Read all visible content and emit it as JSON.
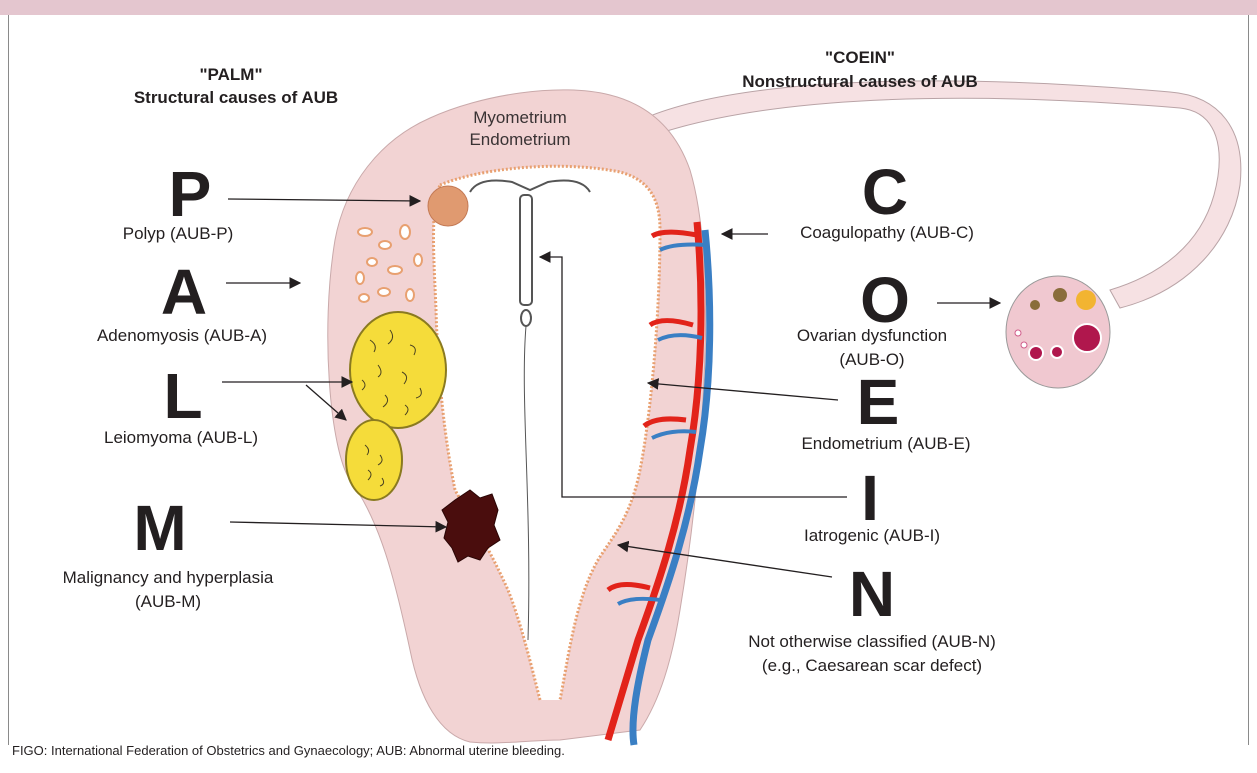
{
  "palm": {
    "title": "\"PALM\"",
    "subtitle": "Structural causes of AUB",
    "items": [
      {
        "letter": "P",
        "label": "Polyp (AUB-P)"
      },
      {
        "letter": "A",
        "label": "Adenomyosis (AUB-A)"
      },
      {
        "letter": "L",
        "label": "Leiomyoma (AUB-L)"
      },
      {
        "letter": "M",
        "label_line1": "Malignancy and hyperplasia",
        "label_line2": "(AUB-M)"
      }
    ]
  },
  "coein": {
    "title": "\"COEIN\"",
    "subtitle": "Nonstructural causes of AUB",
    "items": [
      {
        "letter": "C",
        "label": "Coagulopathy (AUB-C)"
      },
      {
        "letter": "O",
        "label_line1": "Ovarian dysfunction",
        "label_line2": "(AUB-O)"
      },
      {
        "letter": "E",
        "label": "Endometrium (AUB-E)"
      },
      {
        "letter": "I",
        "label": "Iatrogenic (AUB-I)"
      },
      {
        "letter": "N",
        "label_line1": "Not otherwise classified (AUB-N)",
        "label_line2": "(e.g., Caesarean scar defect)"
      }
    ]
  },
  "organ_labels": {
    "myometrium": "Myometrium",
    "endometrium": "Endometrium"
  },
  "caption": "FIGO: International Federation of Obstetrics and Gynaecology; AUB: Abnormal uterine bleeding.",
  "colors": {
    "band": "#e4c6cf",
    "uterus": "#f2d3d3",
    "endometrial_line": "#e8a070",
    "fibroid": "#f5dc3a",
    "malignancy": "#4a0d0d",
    "artery": "#e2231a",
    "vein": "#3a7fc4",
    "ovary": "#f0c8d0"
  }
}
